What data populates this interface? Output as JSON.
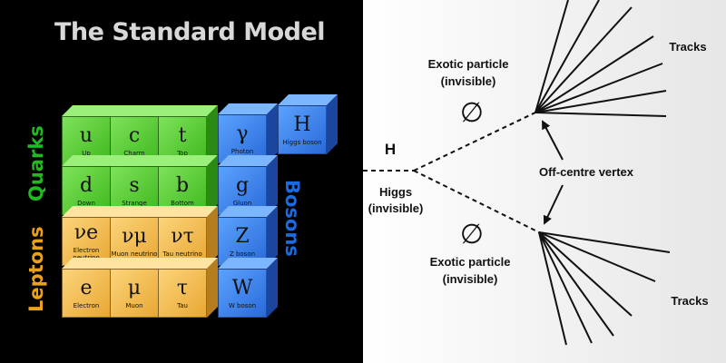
{
  "left_panel": {
    "title": "The Standard Model",
    "groups": {
      "quarks": "Quarks",
      "leptons": "Leptons",
      "bosons": "Bosons"
    },
    "particles": [
      {
        "symbol": "u",
        "name": "Up",
        "type": "quark"
      },
      {
        "symbol": "c",
        "name": "Charm",
        "type": "quark"
      },
      {
        "symbol": "t",
        "name": "Top",
        "type": "quark"
      },
      {
        "symbol": "d",
        "name": "Down",
        "type": "quark"
      },
      {
        "symbol": "s",
        "name": "Strange",
        "type": "quark"
      },
      {
        "symbol": "b",
        "name": "Bottom",
        "type": "quark"
      },
      {
        "symbol": "νe",
        "name": "Electron neutrino",
        "type": "lepton"
      },
      {
        "symbol": "νμ",
        "name": "Muon neutrino",
        "type": "lepton"
      },
      {
        "symbol": "ντ",
        "name": "Tau neutrino",
        "type": "lepton"
      },
      {
        "symbol": "e",
        "name": "Electron",
        "type": "lepton"
      },
      {
        "symbol": "μ",
        "name": "Muon",
        "type": "lepton"
      },
      {
        "symbol": "τ",
        "name": "Tau",
        "type": "lepton"
      },
      {
        "symbol": "γ",
        "name": "Photon",
        "type": "boson"
      },
      {
        "symbol": "g",
        "name": "Gluon",
        "type": "boson"
      },
      {
        "symbol": "Z",
        "name": "Z boson",
        "type": "boson"
      },
      {
        "symbol": "W",
        "name": "W boson",
        "type": "boson"
      },
      {
        "symbol": "H",
        "name": "Higgs boson",
        "type": "boson"
      }
    ]
  },
  "right_panel": {
    "higgs_symbol": "H",
    "higgs_label": [
      "Higgs",
      "(invisible)"
    ],
    "exotic_top_label": [
      "Exotic particle",
      "(invisible)"
    ],
    "exotic_bottom_label": [
      "Exotic particle",
      "(invisible)"
    ],
    "null_symbol": "∅",
    "vertex_label": "Off-centre vertex",
    "tracks_top_label": "Tracks",
    "tracks_bottom_label": "Tracks"
  },
  "colors": {
    "quarks": "#3fb81e",
    "leptons": "#e9a733",
    "bosons": "#2a6ad8",
    "background_left": "#000000",
    "background_right": "#f0f0f0"
  }
}
